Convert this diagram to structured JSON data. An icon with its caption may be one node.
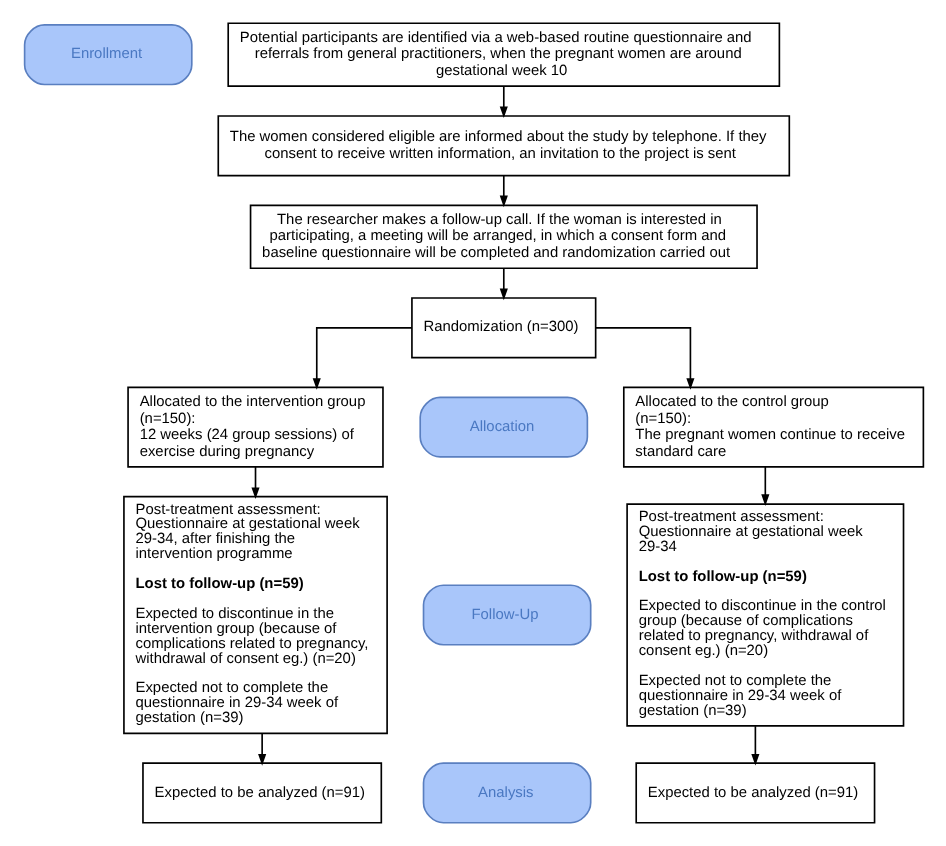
{
  "diagram": {
    "nodes": [
      {
        "text": [
          "Enrollment"
        ]
      },
      {
        "text": [
          "Potential participants are identified via a web-based routine questionnaire and referrals from general practitioners, when the pregnant women are around gestational week 10"
        ]
      },
      {
        "text": [
          "The women considered eligible are informed about the study by telephone. If they consent to receive written information, an invitation to the project is sent"
        ]
      },
      {
        "text": [
          "The researcher makes a follow-up call. If the woman is interested in participating, a meeting will be arranged, in which a consent form and baseline questionnaire will be completed and randomization carried out"
        ]
      },
      {
        "text": [
          "Randomization (n=300)"
        ]
      },
      {
        "text": [
          "Allocation"
        ]
      },
      {
        "text": [
          "Allocated to the intervention group (n=150):",
          "12 weeks (24 group sessions) of exercise during pregnancy"
        ]
      },
      {
        "text": [
          "Allocated to the control group (n=150):",
          "The pregnant women continue to receive standard care"
        ]
      },
      {
        "text": [
          "Follow-Up"
        ]
      },
      {
        "text": [
          "Post-treatment assessment: Questionnaire at gestational week 29-34, after finishing the intervention programme",
          "Lost to follow-up (n=59)",
          "Expected to discontinue in the intervention group (because of complications related to pregnancy, withdrawal of consent eg.) (n=20)",
          "Expected not to complete the questionnaire in 29-34 week of gestation (n=39)"
        ]
      },
      {
        "text": [
          "Post-treatment assessment: Questionnaire at gestational week 29-34",
          "Lost to follow-up (n=59)",
          "Expected to discontinue in the control group (because of complications related to pregnancy, withdrawal of consent eg.) (n=20)",
          "Expected not to complete the questionnaire in 29-34 week of gestation (n=39)"
        ]
      },
      {
        "text": [
          "Analysis"
        ]
      },
      {
        "text": [
          "Expected to be analyzed (n=91)"
        ]
      },
      {
        "text": [
          "Expected to be analyzed (n=91)"
        ]
      }
    ],
    "edges": [
      {
        "from": 1,
        "to": 2,
        "arrow": "to"
      },
      {
        "from": 2,
        "to": 3,
        "arrow": "to"
      },
      {
        "from": 3,
        "to": 4,
        "arrow": "to"
      },
      {
        "from": 4,
        "to": 6,
        "arrow": "to"
      },
      {
        "from": 4,
        "to": 7,
        "arrow": "to"
      },
      {
        "from": 6,
        "to": 9,
        "arrow": "to"
      },
      {
        "from": 7,
        "to": 10,
        "arrow": "to"
      },
      {
        "from": 9,
        "to": 12,
        "arrow": "to"
      },
      {
        "from": 10,
        "to": 13,
        "arrow": "to"
      }
    ]
  }
}
